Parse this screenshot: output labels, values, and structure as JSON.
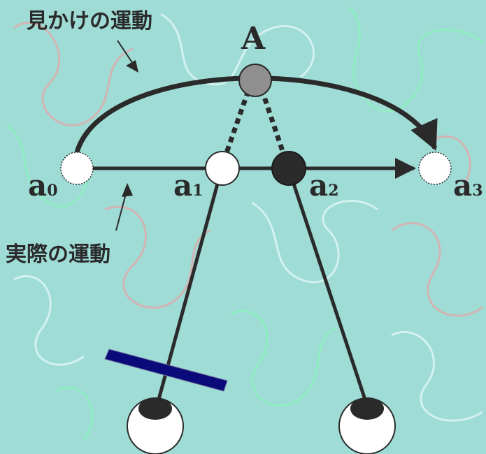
{
  "labels": {
    "apparent_motion": "見かけの運動",
    "actual_motion": "実際の運動",
    "A": "A",
    "a0": {
      "main": "a",
      "sub": "0"
    },
    "a1": {
      "main": "a",
      "sub": "1"
    },
    "a2": {
      "main": "a",
      "sub": "2"
    },
    "a3": {
      "main": "a",
      "sub": "3"
    }
  },
  "colors": {
    "background": "#9fdcd6",
    "ink": "#2a2a2a",
    "point_A_fill": "#8f8f8f",
    "point_a2_fill": "#2b2b2b",
    "open_point_fill": "#ffffff",
    "screen_fill": "#0a0a7a",
    "squiggle_pink": "#d8b0b0",
    "squiggle_green": "#8ef0c0",
    "squiggle_white": "#d8f4f2"
  },
  "icons": {
    "left_eye": "eye-icon",
    "right_eye": "eye-icon",
    "occluder": "screen-bar-icon"
  }
}
